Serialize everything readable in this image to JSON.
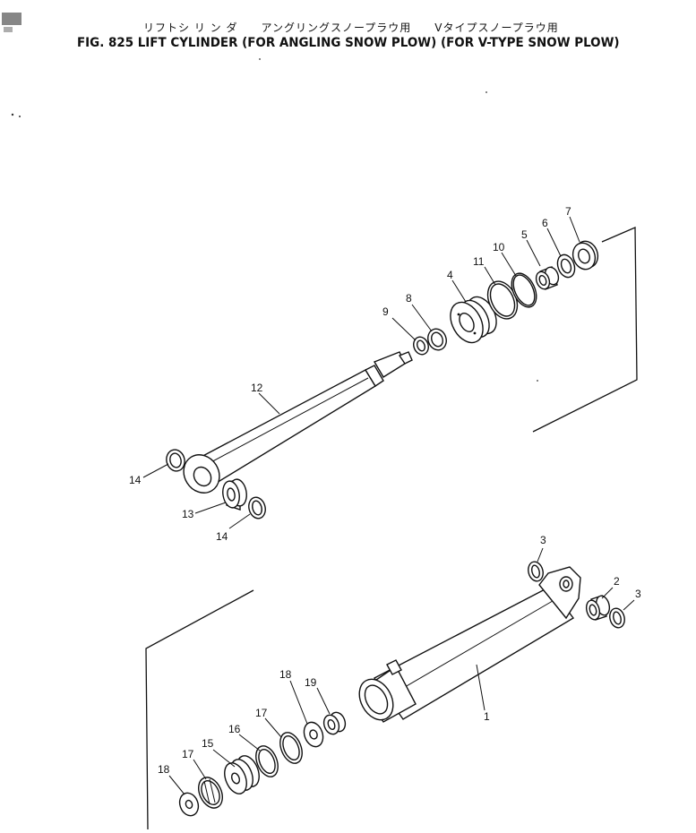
{
  "title_japanese": "リフトシ リ ン ダ　　アングリングスノープラウ用　　Vタイプスノープラウ用",
  "title_english": "FIG. 825  LIFT CYLINDER (FOR ANGLING SNOW PLOW) (FOR V-TYPE SNOW PLOW)",
  "callouts": {
    "c1": "1",
    "c2": "2",
    "c3a": "3",
    "c3b": "3",
    "c4": "4",
    "c5": "5",
    "c6": "6",
    "c7": "7",
    "c8": "8",
    "c9": "9",
    "c10": "10",
    "c11": "11",
    "c12": "12",
    "c13": "13",
    "c14a": "14",
    "c14b": "14",
    "c15": "15",
    "c16": "16",
    "c17a": "17",
    "c17b": "17",
    "c18a": "18",
    "c18b": "18",
    "c19": "19"
  }
}
